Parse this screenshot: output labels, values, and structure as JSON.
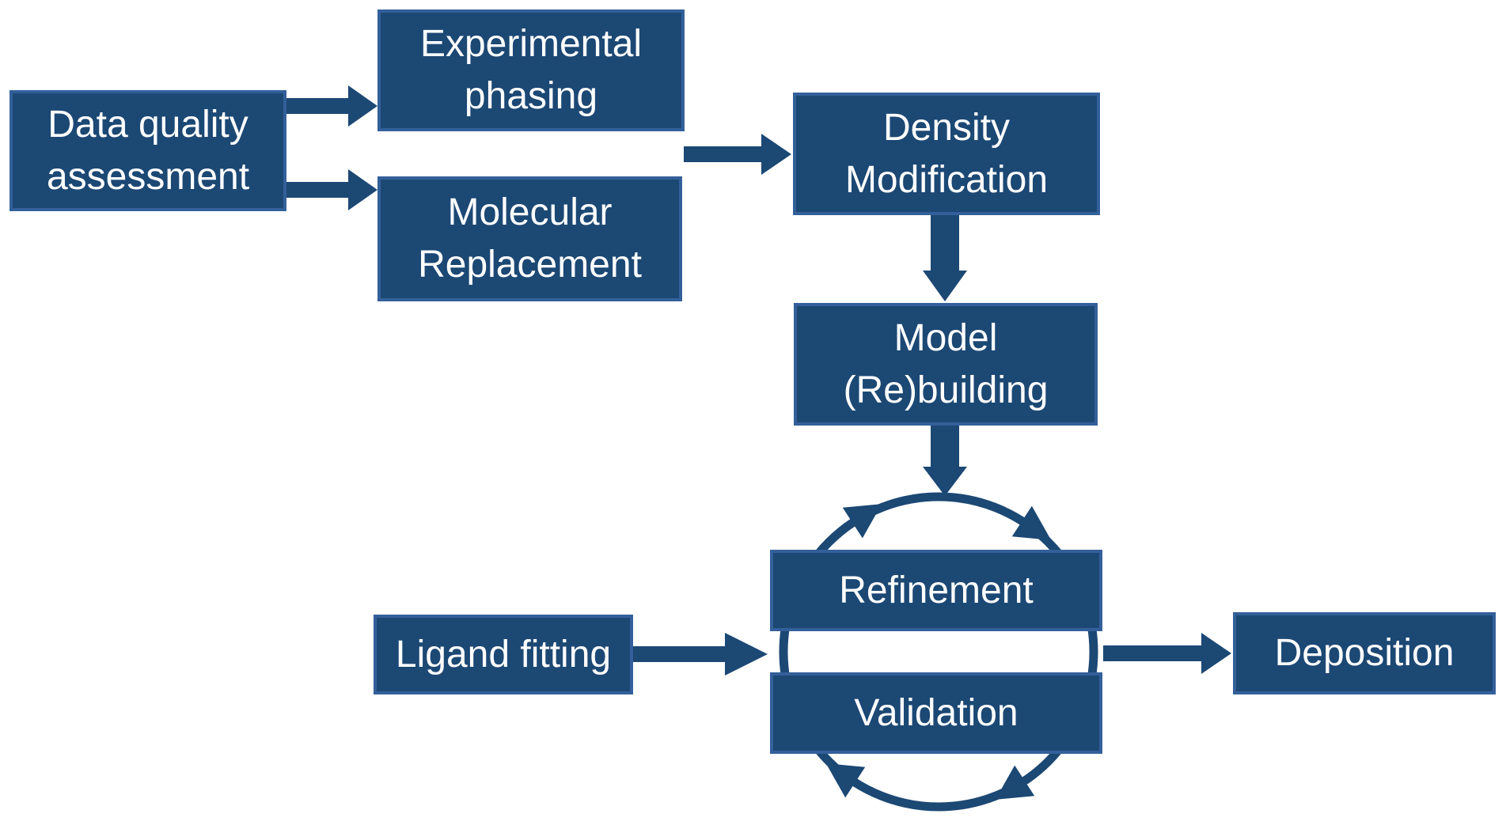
{
  "diagram": {
    "colors": {
      "background": "#ffffff",
      "node_fill": "#1c4874",
      "node_border": "#33609a",
      "arrow": "#1c4874",
      "text": "#ffffff"
    },
    "nodes": {
      "data_quality": {
        "label": "Data quality\nassessment"
      },
      "experimental_phasing": {
        "label": "Experimental\nphasing"
      },
      "molecular_replacement": {
        "label": "Molecular\nReplacement"
      },
      "density_modification": {
        "label": "Density\nModification"
      },
      "model_rebuilding": {
        "label": "Model\n(Re)building"
      },
      "refinement": {
        "label": "Refinement"
      },
      "validation": {
        "label": "Validation"
      },
      "ligand_fitting": {
        "label": "Ligand fitting"
      },
      "deposition": {
        "label": "Deposition"
      }
    },
    "edges": [
      {
        "from": "Data quality assessment",
        "to": "Experimental phasing"
      },
      {
        "from": "Data quality assessment",
        "to": "Molecular Replacement"
      },
      {
        "from": "Experimental phasing / Molecular Replacement",
        "to": "Density Modification"
      },
      {
        "from": "Density Modification",
        "to": "Model (Re)building"
      },
      {
        "from": "Model (Re)building",
        "to": "Refinement-Validation cycle"
      },
      {
        "from": "Ligand fitting",
        "to": "Refinement-Validation cycle"
      },
      {
        "from": "Refinement-Validation cycle",
        "to": "Deposition"
      },
      {
        "from": "Refinement",
        "to": "Validation",
        "type": "clockwise-cycle"
      }
    ]
  }
}
